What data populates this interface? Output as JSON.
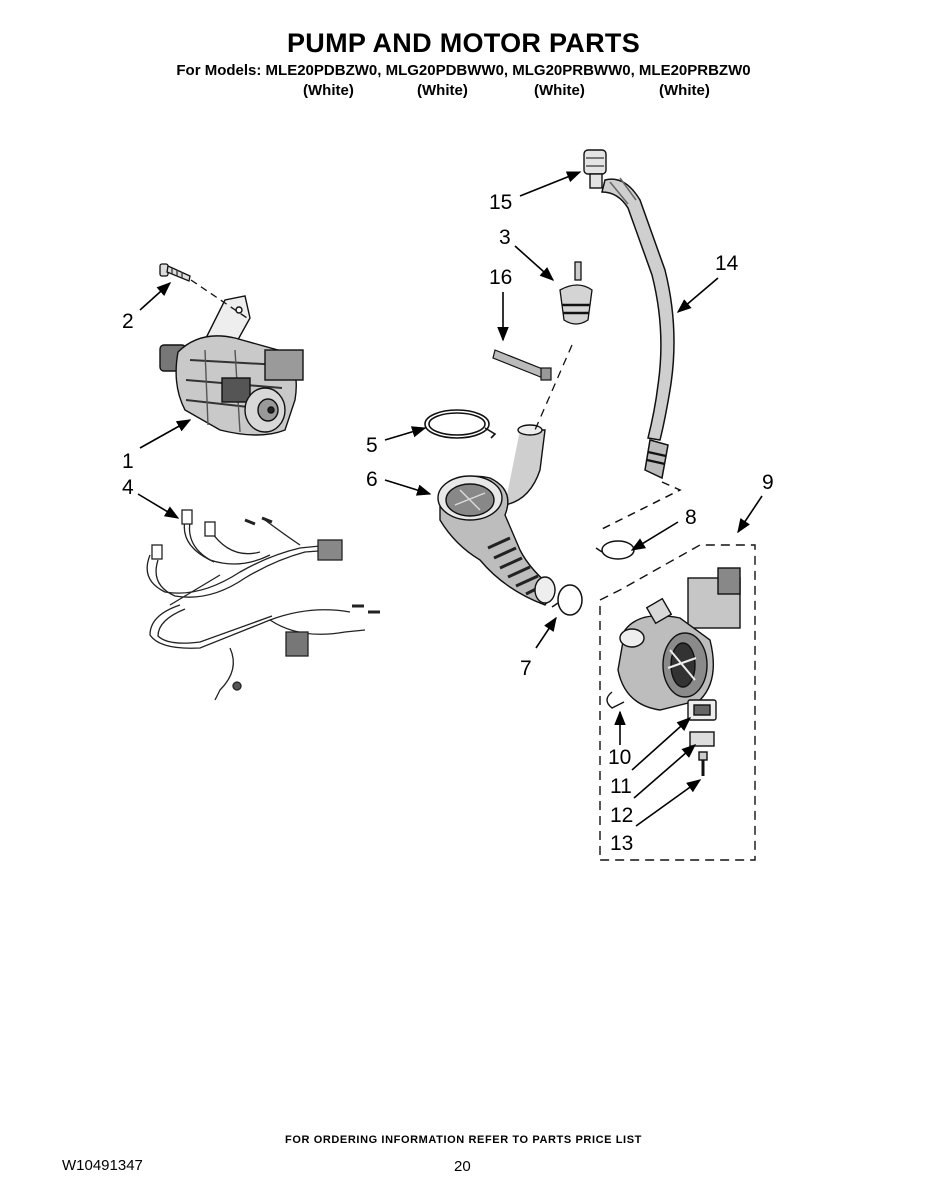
{
  "page": {
    "title": "PUMP AND MOTOR PARTS",
    "models_line": "For Models: MLE20PDBZW0, MLG20PDBWW0, MLG20PRBWW0, MLE20PRBZW0",
    "colors": [
      "(White)",
      "(White)",
      "(White)",
      "(White)"
    ],
    "footer_note": "FOR ORDERING INFORMATION REFER TO PARTS PRICE LIST",
    "doc_number": "W10491347",
    "page_number": "20"
  },
  "callouts": [
    "1",
    "2",
    "3",
    "4",
    "5",
    "6",
    "7",
    "8",
    "9",
    "10",
    "11",
    "12",
    "13",
    "14",
    "15",
    "16"
  ],
  "parts": {
    "motor": "motor-drawing",
    "screw": "screw-drawing",
    "harness": "wire-harness-drawing",
    "clamp": "clamp-drawing",
    "sump_hose": "sump-hose-drawing",
    "drain_hose": "drain-hose-drawing",
    "pump": "pump-assembly-drawing"
  }
}
